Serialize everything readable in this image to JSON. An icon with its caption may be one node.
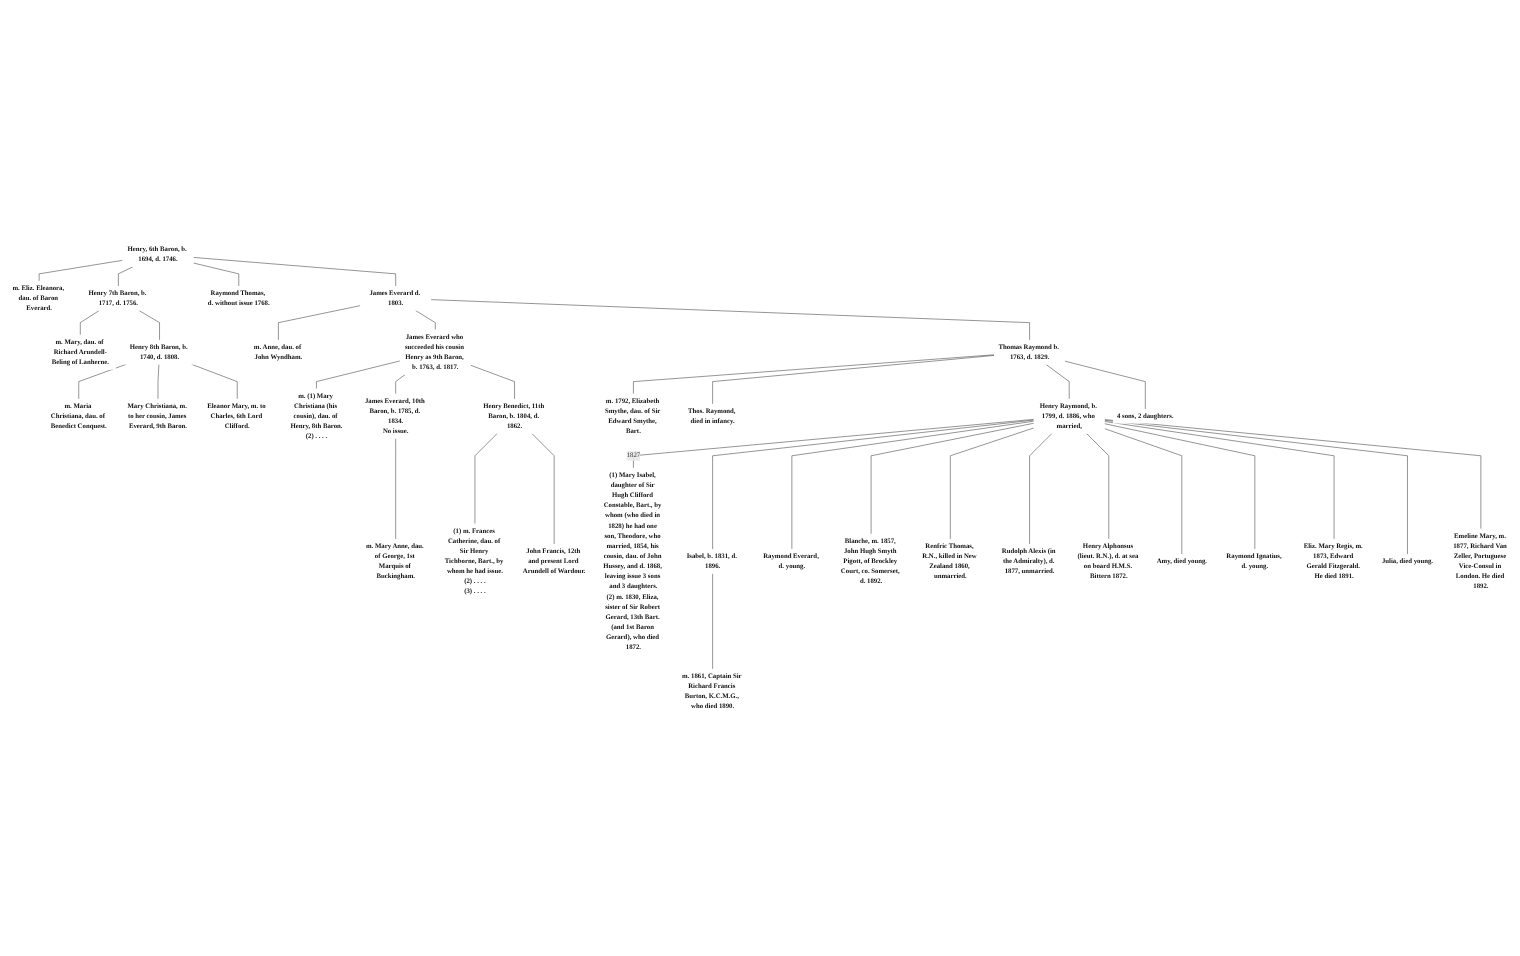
{
  "diagram": {
    "nodes": [
      {
        "text": [
          "Henry, 6th Baron, b. 1694, d. 1746."
        ]
      },
      {
        "text": [
          "m. Eliz. Eleanora, dau. of Baron Everard."
        ]
      },
      {
        "text": [
          "Henry 7th Baron, b. 1717, d. 1756."
        ]
      },
      {
        "text": [
          "m. Mary, dau. of Richard Arundell-Beling of Lanherne."
        ]
      },
      {
        "text": [
          "Raymond Thomas, d. without issue 1768."
        ]
      },
      {
        "text": [
          "James Everard d. 1803."
        ]
      },
      {
        "text": [
          "m. Anne, dau. of John Wyndham."
        ]
      },
      {
        "text": [
          "Henry 8th Baron, b. 1740, d. 1808."
        ]
      },
      {
        "text": [
          "m. Maria Christiana, dau. of Benedict Conquest."
        ]
      },
      {
        "text": [
          "James Everard who succeeded his cousin Henry as 9th Baron, b. 1763, d. 1817."
        ]
      },
      {
        "text": [
          "m. (1) Mary Christiana (his cousin), dau. of Henry, 8th Baron.",
          "(2) . . . ."
        ]
      },
      {
        "text": [
          "Thomas Raymond b. 1763, d. 1829."
        ]
      },
      {
        "text": [
          "m. 1792, Elizabeth Smythe, dau. of Sir Edward Smythe, Bart."
        ]
      },
      {
        "text": [
          "Mary Christiana, m. to her cousin, James Everard, 9th Baron."
        ]
      },
      {
        "text": [
          "Eleanor Mary, m. to Charles, 6th Lord Clifford."
        ]
      },
      {
        "text": [
          "James Everard, 10th Baron, b. 1785, d. 1834.",
          "No issue."
        ]
      },
      {
        "text": [
          "m. Mary Anne, dau. of George, 1st Marquis of Buckingham."
        ]
      },
      {
        "text": [
          "Henry Benedict, 11th Baron, b. 1804, d. 1862."
        ]
      },
      {
        "text": [
          "(1) m. Frances Catherine, dau. of Sir Henry Tichborne, Bart., by whom he had issue.",
          "(2) . . . .",
          "(3) . . . ."
        ]
      },
      {
        "text": [
          "John Francis, 12th and present Lord Arundell of Wardour."
        ]
      },
      {
        "text": [
          "Thos. Raymond, died in infancy."
        ]
      },
      {
        "text": [
          "Henry Raymond, b. 1799, d. 1886, who married,"
        ]
      },
      {
        "text": [
          "4 sons, 2 daughters."
        ]
      },
      {
        "text": [
          "(1) Mary Isabel, daughter of Sir Hugh Clifford Constable, Bart., by whom (who died in 1828) he had one son, Theodore, who married, 1854, his cousin, dau. of John Hussey, and d. 1868, leaving issue 3 sons and 3 daughters.",
          "(2) m. 1830, Eliza, sister of Sir Robert Gerard, 13th Bart. (and 1st Baron Gerard), who died 1872."
        ]
      },
      {
        "text": [
          "Isabel, b. 1831, d. 1896."
        ]
      },
      {
        "text": [
          "m. 1861, Captain Sir Richard Francis Burton, K.C.M.G., who died 1890."
        ]
      },
      {
        "text": [
          "Raymond Everard, d. young."
        ]
      },
      {
        "text": [
          "Blanche, m. 1857, John Hugh Smyth Pigott, of Brockley Court, co. Somerset, d. 1892."
        ]
      },
      {
        "text": [
          "Renfric Thomas, R.N., killed in New Zealand 1860, unmarried."
        ]
      },
      {
        "text": [
          "Rudolph Alexis (in the Admiralty), d. 1877, unmarried."
        ]
      },
      {
        "text": [
          "Henry Alphonsus (lieut. R.N.), d. at sea on board H.M.S. Bittern 1872."
        ]
      },
      {
        "text": [
          "Amy, died young."
        ]
      },
      {
        "text": [
          "Raymond Ignatius, d. young."
        ]
      },
      {
        "text": [
          "Eliz. Mary Regis, m. 1873, Edward Gerald Fitzgerald. He died 1891."
        ]
      },
      {
        "text": [
          "Julia, died young."
        ]
      },
      {
        "text": [
          "Emeline Mary, m. 1877, Richard Van Zeller, Portuguese Vice-Consul in London. He died 1892."
        ]
      }
    ],
    "edges": [
      {
        "from": 0,
        "to": 1,
        "arrow": "none"
      },
      {
        "from": 0,
        "to": 2,
        "arrow": "none"
      },
      {
        "from": 0,
        "to": 4,
        "arrow": "none"
      },
      {
        "from": 0,
        "to": 5,
        "arrow": "none"
      },
      {
        "from": 2,
        "to": 3,
        "arrow": "none"
      },
      {
        "from": 2,
        "to": 7,
        "arrow": "none"
      },
      {
        "from": 5,
        "to": 6,
        "arrow": "none"
      },
      {
        "from": 5,
        "to": 9,
        "arrow": "none"
      },
      {
        "from": 5,
        "to": 11,
        "arrow": "none"
      },
      {
        "from": 7,
        "to": 8,
        "arrow": "none"
      },
      {
        "from": 7,
        "to": 13,
        "arrow": "none"
      },
      {
        "from": 7,
        "to": 14,
        "arrow": "none"
      },
      {
        "from": 9,
        "to": 10,
        "arrow": "none"
      },
      {
        "from": 9,
        "to": 15,
        "arrow": "none"
      },
      {
        "from": 9,
        "to": 17,
        "arrow": "none"
      },
      {
        "from": 15,
        "to": 16,
        "arrow": "none"
      },
      {
        "from": 17,
        "to": 18,
        "arrow": "none"
      },
      {
        "from": 17,
        "to": 19,
        "arrow": "none"
      },
      {
        "from": 11,
        "to": 12,
        "arrow": "none"
      },
      {
        "from": 11,
        "to": 20,
        "arrow": "none"
      },
      {
        "from": 11,
        "to": 21,
        "arrow": "none"
      },
      {
        "from": 11,
        "to": 22,
        "arrow": "none"
      },
      {
        "from": 21,
        "to": 23,
        "label": "1827",
        "arrow": "none"
      },
      {
        "from": 21,
        "to": 24,
        "arrow": "none"
      },
      {
        "from": 21,
        "to": 26,
        "arrow": "none"
      },
      {
        "from": 21,
        "to": 27,
        "arrow": "none"
      },
      {
        "from": 21,
        "to": 28,
        "arrow": "none"
      },
      {
        "from": 21,
        "to": 29,
        "arrow": "none"
      },
      {
        "from": 21,
        "to": 30,
        "arrow": "none"
      },
      {
        "from": 21,
        "to": 31,
        "arrow": "none"
      },
      {
        "from": 21,
        "to": 32,
        "arrow": "none"
      },
      {
        "from": 21,
        "to": 33,
        "arrow": "none"
      },
      {
        "from": 21,
        "to": 34,
        "arrow": "none"
      },
      {
        "from": 21,
        "to": 35,
        "arrow": "none"
      },
      {
        "from": 24,
        "to": 25,
        "arrow": "none"
      }
    ]
  }
}
